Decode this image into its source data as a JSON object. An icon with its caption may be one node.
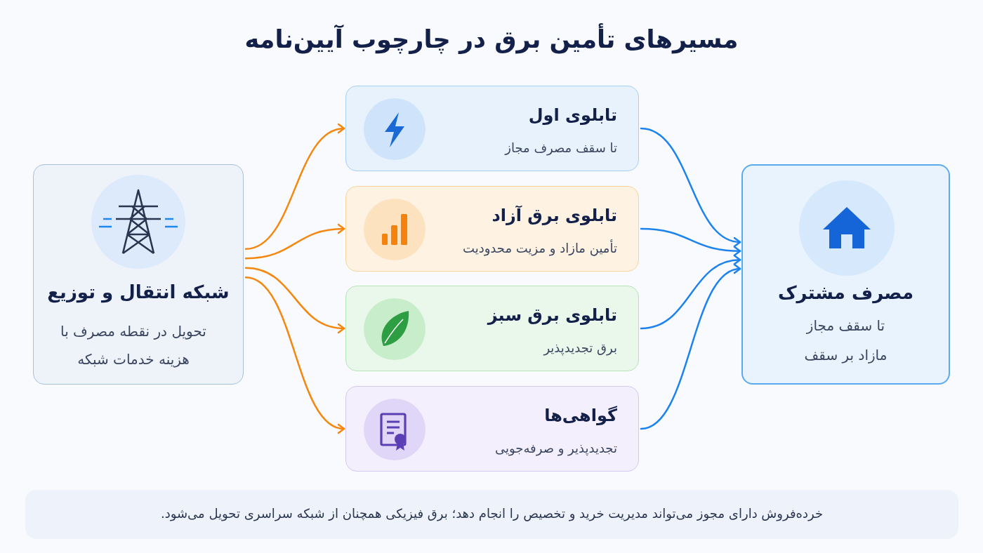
{
  "diagram": {
    "title": "مسیرهای تأمین برق در چارچوب آیین‌نامه",
    "nodes": [
      {
        "text": [
          "شبکه انتقال و توزیع",
          "تحویل در نقطه مصرف با هزینه خدمات شبکه"
        ]
      },
      {
        "text": [
          "تابلوی اول",
          "تا سقف مصرف مجاز"
        ]
      },
      {
        "text": [
          "تابلوی برق آزاد",
          "تأمین مازاد و مزیت محدودیت"
        ]
      },
      {
        "text": [
          "تابلوی برق سبز",
          "برق تجدیدپذیر"
        ]
      },
      {
        "text": [
          "گواهی‌ها",
          "تجدیدپذیر و صرفه‌جویی"
        ]
      },
      {
        "text": [
          "مصرف مشترک",
          "تا سقف مجاز",
          "مازاد بر سقف"
        ]
      },
      {
        "text": [
          "خرده‌فروش دارای مجوز می‌تواند مدیریت خرید و تخصیص را انجام دهد؛ برق فیزیکی همچنان از شبکه سراسری تحویل می‌شود."
        ]
      }
    ],
    "edges": [
      {
        "from": 0,
        "to": 1,
        "arrow": "to",
        "color": "#f5870f"
      },
      {
        "from": 0,
        "to": 2,
        "arrow": "to",
        "color": "#f5870f"
      },
      {
        "from": 0,
        "to": 3,
        "arrow": "to",
        "color": "#f5870f"
      },
      {
        "from": 0,
        "to": 4,
        "arrow": "to",
        "color": "#f5870f"
      },
      {
        "from": 1,
        "to": 5,
        "arrow": "to",
        "color": "#1b82f0"
      },
      {
        "from": 2,
        "to": 5,
        "arrow": "to",
        "color": "#1b82f0"
      },
      {
        "from": 3,
        "to": 5,
        "arrow": "to",
        "color": "#1b82f0"
      },
      {
        "from": 4,
        "to": 5,
        "arrow": "to",
        "color": "#1b82f0"
      }
    ]
  }
}
